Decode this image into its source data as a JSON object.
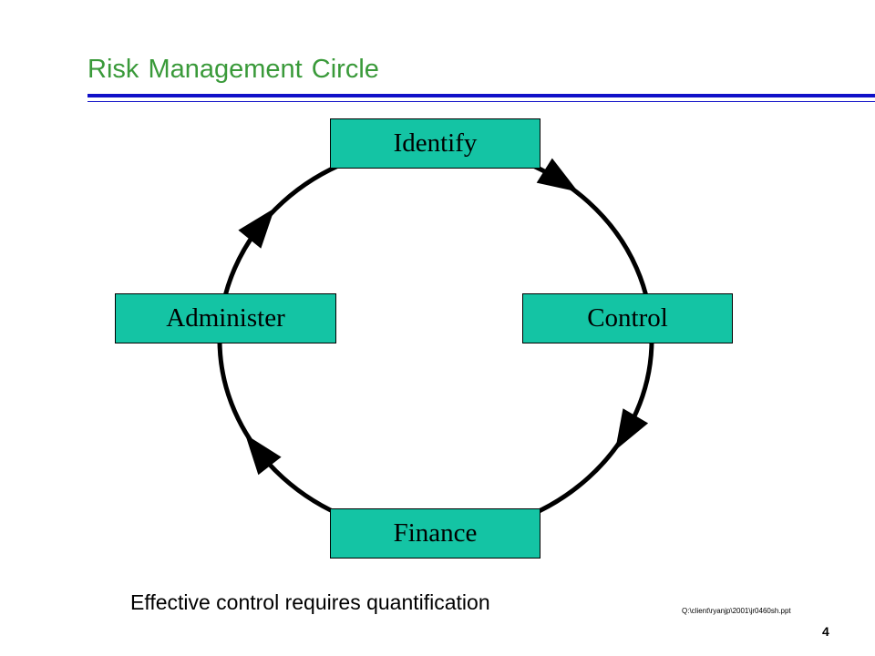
{
  "slide": {
    "title": "Risk Management Circle",
    "caption": "Effective control requires quantification",
    "file_path": "Q:\\client\\ryanjp\\2001\\jr0460sh.ppt",
    "page_number": "4"
  },
  "diagram": {
    "nodes": {
      "top": "Identify",
      "right": "Control",
      "bottom": "Finance",
      "left": "Administer"
    },
    "cycle_direction": "clockwise"
  },
  "colors": {
    "title": "#3a9a3a",
    "rule": "#1010c8",
    "node_fill": "#14c4a4",
    "node_border": "#000000",
    "arrow": "#000000"
  }
}
